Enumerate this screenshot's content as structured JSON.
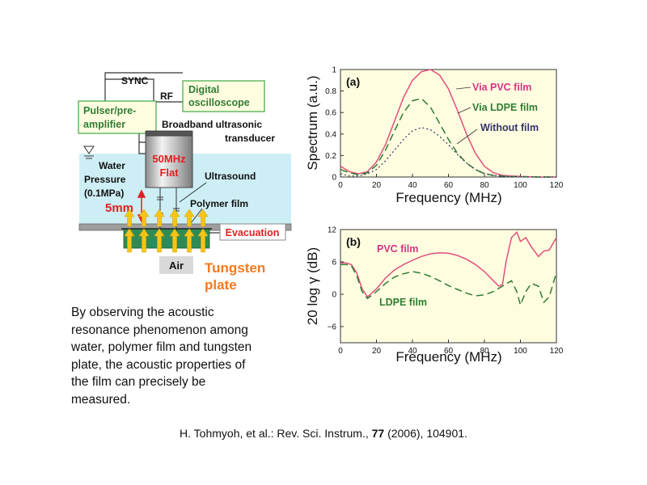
{
  "setup": {
    "sync_label": "SYNC",
    "rf_label": "RF",
    "digital_osc_line1": "Digital",
    "digital_osc_line2": "oscilloscope",
    "pulser_line1": "Pulser/pre-",
    "pulser_line2": "amplifier",
    "transducer_line1": "Broadband ultrasonic",
    "transducer_line2": "transducer",
    "freq_line1": "50MHz",
    "freq_line2": "Flat",
    "water_line1": "Water",
    "water_line2": "Pressure",
    "water_line3": "(0.1MPa)",
    "distance_label": "5mm",
    "ultrasound_label": "Ultrasound",
    "polymer_label": "Polymer film",
    "evacuation_label": "Evacuation",
    "air_label": "Air",
    "tungsten_line1": "Tungsten",
    "tungsten_line2": "plate"
  },
  "caption": {
    "line1": "By observing the acoustic",
    "line2": "resonance phenomenon among",
    "line3": "water, polymer film and tungsten",
    "line4": "plate, the acoustic properties of",
    "line5": "the film can precisely be",
    "line6": "measured."
  },
  "reference": {
    "prefix": "H. Tohmyoh, et al.: Rev. Sci. Instrum., ",
    "volume": "77",
    "suffix": " (2006), 104901."
  },
  "colors": {
    "water": "#cdeef5",
    "box_fill": "#fffde0",
    "box_border": "#4caf50",
    "green_text": "#2e7d32",
    "tungsten_orange": "#f47920",
    "red": "#e02020",
    "magenta": "#d63384",
    "pvc_line": "#e0507c",
    "ldpe_line": "#2e7d32",
    "nofilm_line": "#333366",
    "arrow_yellow": "#f5c518",
    "film_green": "#2e8b57"
  },
  "chart_data": [
    {
      "panel": "(a)",
      "type": "line",
      "xlabel": "Frequency (MHz)",
      "ylabel": "Spectrum (a.u.)",
      "xlim": [
        0,
        120
      ],
      "ylim": [
        0,
        1
      ],
      "xticks": [
        "0",
        "20",
        "40",
        "60",
        "80",
        "100",
        "120"
      ],
      "yticks": [
        "0",
        "0.2",
        "0.4",
        "0.6",
        "0.8",
        "1"
      ],
      "grid": false,
      "series": [
        {
          "name": "Via PVC film",
          "style": "solid",
          "color": "#e0507c",
          "x": [
            0,
            5,
            10,
            15,
            20,
            25,
            30,
            35,
            40,
            45,
            50,
            55,
            60,
            65,
            70,
            75,
            80,
            85,
            90,
            95,
            100,
            110,
            120
          ],
          "y": [
            0.1,
            0.05,
            0.03,
            0.05,
            0.14,
            0.3,
            0.52,
            0.74,
            0.9,
            0.98,
            1.0,
            0.95,
            0.82,
            0.62,
            0.4,
            0.22,
            0.1,
            0.04,
            0.015,
            0.01,
            0.005,
            0,
            0
          ]
        },
        {
          "name": "Via LDPE film",
          "style": "dashed",
          "color": "#2e7d32",
          "x": [
            0,
            5,
            10,
            15,
            20,
            25,
            30,
            35,
            40,
            45,
            50,
            55,
            60,
            65,
            70,
            75,
            80,
            85,
            90,
            95,
            100,
            110,
            120
          ],
          "y": [
            0.07,
            0.04,
            0.02,
            0.04,
            0.11,
            0.25,
            0.43,
            0.6,
            0.71,
            0.73,
            0.65,
            0.5,
            0.35,
            0.22,
            0.13,
            0.07,
            0.03,
            0.015,
            0.008,
            0.004,
            0.002,
            0,
            0
          ]
        },
        {
          "name": "Without film",
          "style": "dotted",
          "color": "#333366",
          "x": [
            0,
            5,
            10,
            15,
            20,
            25,
            30,
            35,
            40,
            45,
            50,
            55,
            60,
            65,
            70,
            75,
            80,
            85,
            90,
            95,
            100,
            110,
            120
          ],
          "y": [
            0.03,
            0.01,
            0.01,
            0.03,
            0.07,
            0.15,
            0.25,
            0.35,
            0.43,
            0.46,
            0.44,
            0.38,
            0.3,
            0.21,
            0.13,
            0.07,
            0.035,
            0.015,
            0.007,
            0.003,
            0.001,
            0,
            0
          ]
        }
      ]
    },
    {
      "panel": "(b)",
      "type": "line",
      "xlabel": "Frequency (MHz)",
      "ylabel": "20 log γ (dB)",
      "xlim": [
        0,
        120
      ],
      "ylim": [
        -9,
        12
      ],
      "xticks": [
        "0",
        "20",
        "40",
        "60",
        "80",
        "100",
        "120"
      ],
      "yticks": [
        "12",
        "6",
        "0",
        "−6"
      ],
      "grid": false,
      "series": [
        {
          "name": "PVC film",
          "style": "solid",
          "color": "#e0507c",
          "x": [
            0,
            3,
            6,
            9,
            12,
            15,
            20,
            25,
            30,
            35,
            40,
            45,
            50,
            55,
            60,
            65,
            70,
            75,
            80,
            85,
            88,
            90,
            92,
            95,
            98,
            100,
            103,
            106,
            110,
            113,
            116,
            120
          ],
          "y": [
            5.8,
            5.8,
            5.5,
            4,
            1,
            -0.5,
            1,
            3,
            4.5,
            5.5,
            6.3,
            7,
            7.5,
            7.7,
            7.6,
            7.2,
            6.5,
            5.5,
            4.2,
            2.5,
            1.5,
            1.8,
            6,
            10.5,
            11.5,
            9.8,
            10.5,
            8.8,
            7,
            8,
            8.2,
            10.5
          ]
        },
        {
          "name": "LDPE film",
          "style": "dashed",
          "color": "#2e7d32",
          "x": [
            0,
            3,
            6,
            9,
            12,
            15,
            20,
            25,
            30,
            35,
            40,
            45,
            50,
            55,
            60,
            65,
            70,
            75,
            80,
            85,
            90,
            95,
            98,
            100,
            103,
            106,
            110,
            113,
            116,
            120
          ],
          "y": [
            5.5,
            5.5,
            5.3,
            3.5,
            0.5,
            -0.8,
            0.5,
            2,
            3.2,
            3.8,
            4.2,
            3.9,
            3.3,
            2.5,
            1.6,
            0.9,
            0.2,
            -0.3,
            -0.1,
            0.5,
            1.5,
            2.5,
            0.5,
            -2,
            0.5,
            2,
            1.5,
            -1.5,
            -0.5,
            4
          ]
        }
      ]
    }
  ]
}
